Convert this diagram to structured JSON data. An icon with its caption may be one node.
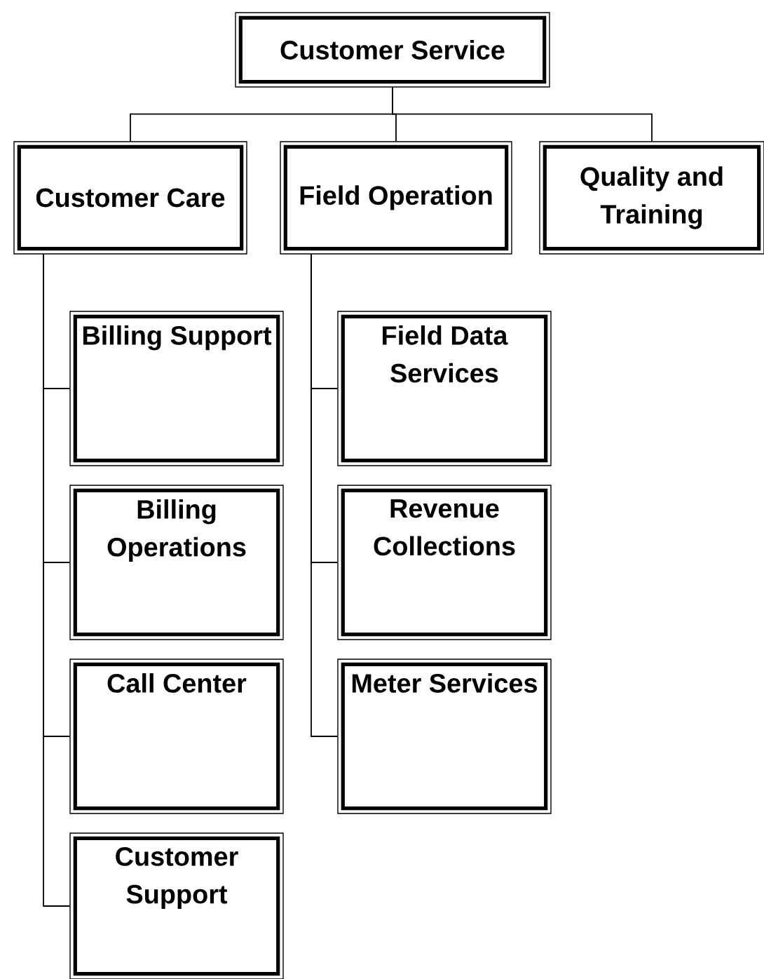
{
  "diagram": {
    "nodes": [
      {
        "text": [
          "Customer Service"
        ]
      },
      {
        "text": [
          "Customer Care"
        ]
      },
      {
        "text": [
          "Field Operation"
        ]
      },
      {
        "text": [
          "Quality and Training"
        ]
      },
      {
        "text": [
          "Billing Support"
        ]
      },
      {
        "text": [
          "Billing Operations"
        ]
      },
      {
        "text": [
          "Call Center"
        ]
      },
      {
        "text": [
          "Customer Support"
        ]
      },
      {
        "text": [
          "Field Data Services"
        ]
      },
      {
        "text": [
          "Revenue Collections"
        ]
      },
      {
        "text": [
          "Meter Services"
        ]
      }
    ],
    "edges": [
      {
        "from": 0,
        "to": 1,
        "arrow": "none"
      },
      {
        "from": 0,
        "to": 2,
        "arrow": "none"
      },
      {
        "from": 0,
        "to": 3,
        "arrow": "none"
      },
      {
        "from": 1,
        "to": 4,
        "arrow": "none"
      },
      {
        "from": 1,
        "to": 5,
        "arrow": "none"
      },
      {
        "from": 1,
        "to": 6,
        "arrow": "none"
      },
      {
        "from": 1,
        "to": 7,
        "arrow": "none"
      },
      {
        "from": 2,
        "to": 8,
        "arrow": "none"
      },
      {
        "from": 2,
        "to": 9,
        "arrow": "none"
      },
      {
        "from": 2,
        "to": 10,
        "arrow": "none"
      }
    ]
  }
}
